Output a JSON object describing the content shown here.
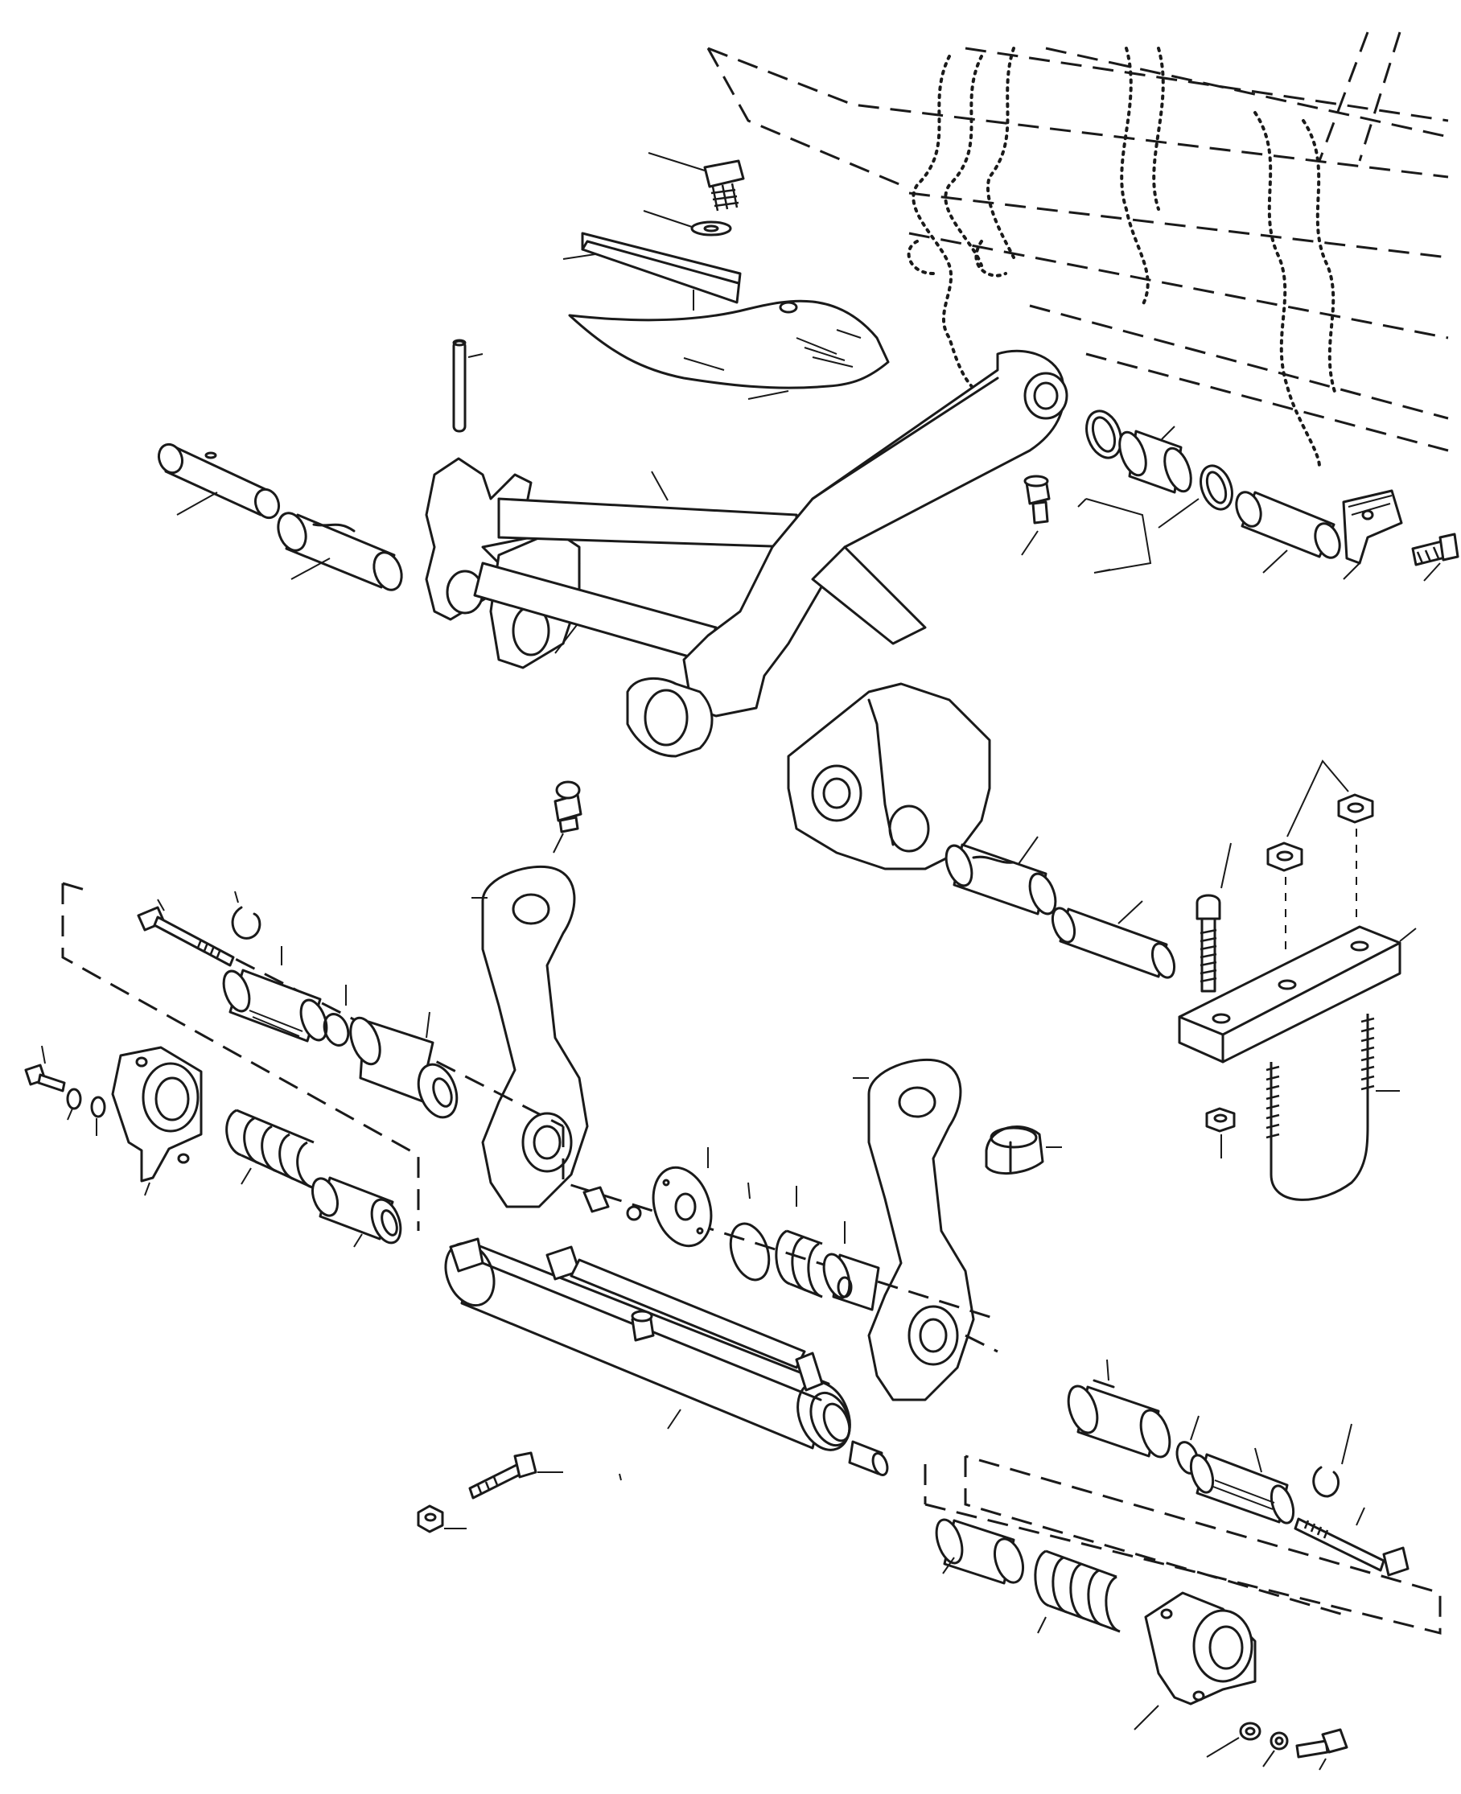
{
  "figure": {
    "type": "exploded parts diagram",
    "line_color": "#1a1a1a",
    "background": "#ffffff",
    "text_labels": []
  },
  "parts": [
    "frame-outline-dashed",
    "bolt-top",
    "washer-top",
    "plate-flat",
    "shank-plate",
    "roll-pin",
    "pivot-pin-left",
    "bushing-left",
    "link-arm-left",
    "main-a-frame",
    "ring-seal",
    "bushing-right",
    "ring-seal-2",
    "pivot-pin-right",
    "grease-fitting-top",
    "bracket-right",
    "bolt-bracket",
    "nut-upper-1",
    "nut-upper-2",
    "bolt-long",
    "u-bolt",
    "clamp-plate",
    "nut-lower",
    "bushing-mid",
    "pin-mid",
    "grease-fitting-mid",
    "link-lower-left",
    "link-lower-right",
    "split-collar",
    "hydraulic-cylinder",
    "piston-rod",
    "grease-fitting-cyl",
    "seal-ring-cyl",
    "piston-rod-end",
    "spring-left",
    "spring-right",
    "spacer-left",
    "spacer-right",
    "sleeve-left",
    "sleeve-right",
    "o-ring-left",
    "o-ring-right",
    "bolt-long-left",
    "bolt-long-right",
    "snap-ring-left",
    "snap-ring-right",
    "housing-left",
    "housing-right",
    "bolt-small-left",
    "washer-small-left",
    "bolt-small-right",
    "washer-small-right",
    "bolt-loose",
    "nut-loose",
    "flange-plate",
    "grease-nipple-small"
  ]
}
